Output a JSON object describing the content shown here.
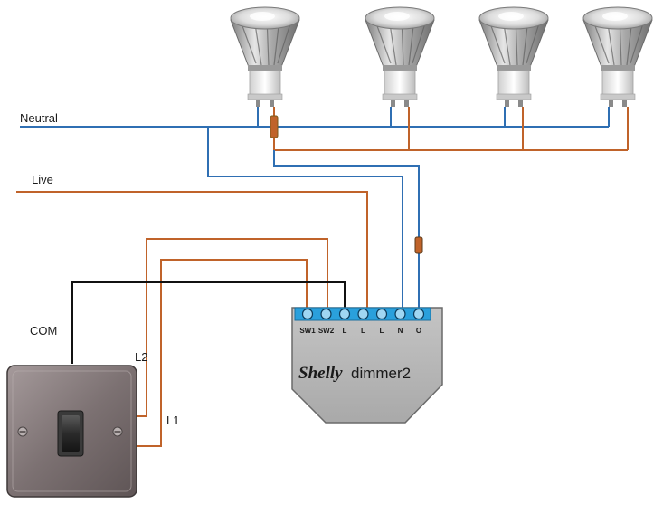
{
  "labels": {
    "neutral": "Neutral",
    "live": "Live",
    "com": "COM",
    "l2": "L2",
    "l1": "L1"
  },
  "device": {
    "brand": "Shelly",
    "model": "dimmer2",
    "terminals": [
      "SW1",
      "SW2",
      "L",
      "L",
      "L",
      "N",
      "O"
    ]
  },
  "lamps": {
    "count": 4,
    "type": "GU10 LED bulb"
  },
  "colors": {
    "neutral_wire": "#2f6fb3",
    "live_wire": "#c0632a",
    "com_wire": "#111111",
    "terminal_blue": "#2aa0dc",
    "device_body": "#b8b8b8",
    "switch_plate": "#8a7f80"
  }
}
